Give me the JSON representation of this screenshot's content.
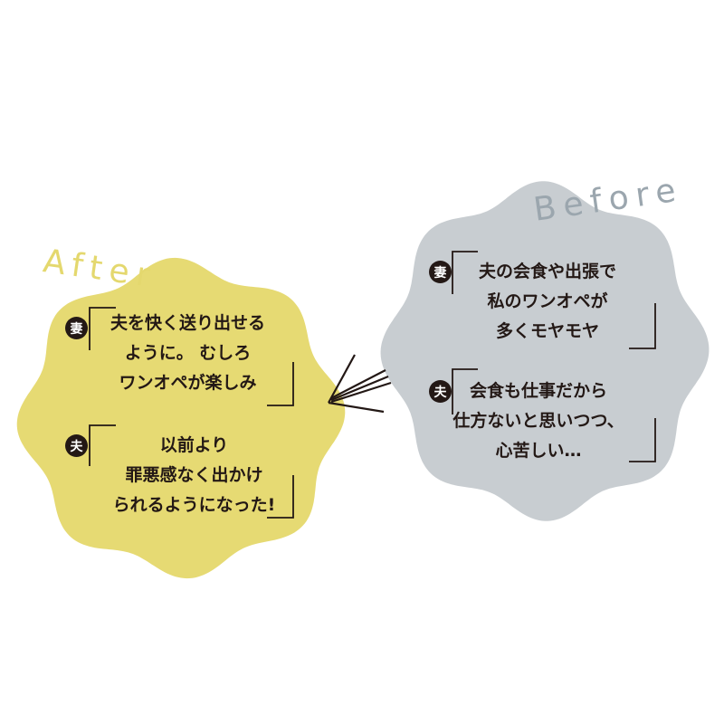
{
  "after": {
    "label": "After",
    "color": "#e6da73",
    "wife": {
      "badge": "妻",
      "lines": [
        "夫を快く送り出せる",
        "ように。 むしろ",
        "ワンオペが楽しみ"
      ]
    },
    "husband": {
      "badge": "夫",
      "lines": [
        "以前より",
        "罪悪感なく出かけ",
        "られるようになった!"
      ]
    }
  },
  "before": {
    "label": "Before",
    "color": "#c8cdd1",
    "wife": {
      "badge": "妻",
      "lines": [
        "夫の会食や出張で",
        "私のワンオペが",
        "多くモヤモヤ"
      ]
    },
    "husband": {
      "badge": "夫",
      "lines": [
        "会食も仕事だから",
        "仕方ないと思いつつ、",
        "心苦しい…"
      ]
    }
  }
}
